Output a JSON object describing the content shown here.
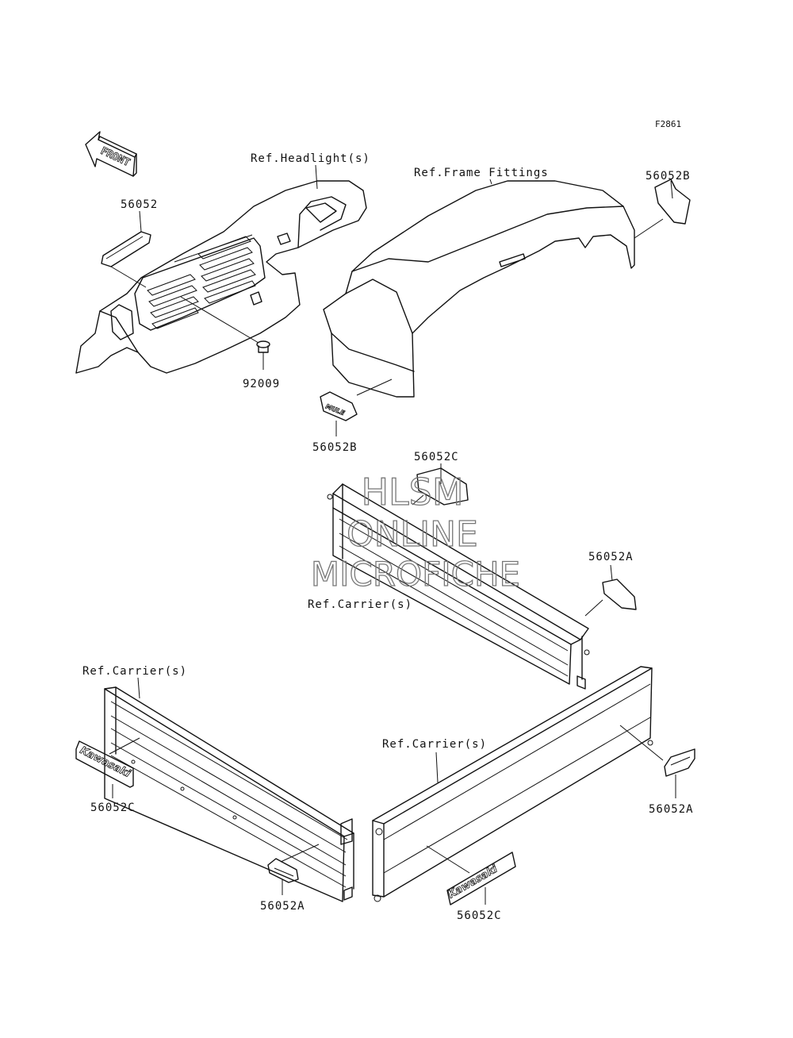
{
  "figure_code": "F2861",
  "front_arrow": "FRONT",
  "labels": {
    "headlight": "Ref.Headlight(s)",
    "frame_fittings": "Ref.Frame Fittings",
    "carrier_top": "Ref.Carrier(s)",
    "carrier_left": "Ref.Carrier(s)",
    "carrier_right": "Ref.Carrier(s)"
  },
  "parts": {
    "p56052": "56052",
    "p56052b_top": "56052B",
    "p92009": "92009",
    "p56052b_mid": "56052B",
    "p56052c_top": "56052C",
    "p56052a_mid": "56052A",
    "p56052c_left": "56052C",
    "p56052a_left": "56052A",
    "p56052a_right": "56052A",
    "p56052c_right": "56052C"
  },
  "decals": {
    "kawasaki_left": "Kawasaki",
    "kawasaki_right": "Kawasaki",
    "mule_badge": "MULE"
  },
  "watermark": {
    "line1": "HLSM",
    "line2": "ONLINE",
    "line3": "MICROFICHE"
  }
}
